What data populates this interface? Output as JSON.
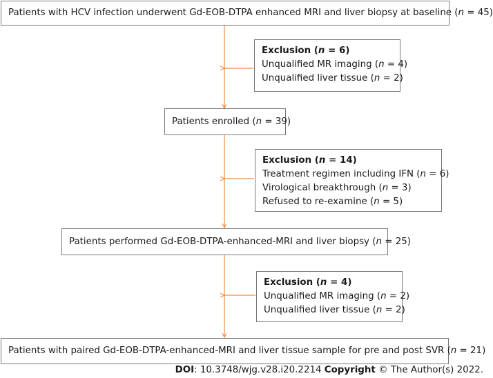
{
  "steps": [
    {
      "pre": "Patients with HCV infection underwent Gd-EOB-DTPA enhanced MRI and liver biopsy at baseline (",
      "n": "n",
      "post": " = 45)"
    },
    {
      "pre": "Patients enrolled (",
      "n": "n",
      "post": " = 39)"
    },
    {
      "pre": "Patients performed Gd-EOB-DTPA-enhanced-MRI and liver biopsy (",
      "n": "n",
      "post": " = 25)"
    },
    {
      "pre": "Patients with paired Gd-EOB-DTPA-enhanced-MRI and liver tissue sample for pre and post SVR (",
      "n": "n",
      "post": " = 21)"
    }
  ],
  "exclusions": [
    {
      "title": {
        "pre": "Exclusion (",
        "n": "n",
        "post": " = 6)"
      },
      "items": [
        {
          "pre": "Unqualified MR imaging (",
          "n": "n",
          "post": " = 4)"
        },
        {
          "pre": "Unqualified liver tissue (",
          "n": "n",
          "post": " = 2)"
        }
      ]
    },
    {
      "title": {
        "pre": "Exclusion (",
        "n": "n",
        "post": " = 14)"
      },
      "items": [
        {
          "pre": "Treatment regimen including IFN (",
          "n": "n",
          "post": " = 6)"
        },
        {
          "pre": "Virological breakthrough (",
          "n": "n",
          "post": " = 3)"
        },
        {
          "pre": "Refused to  re-examine (",
          "n": "n",
          "post": " = 5)"
        }
      ]
    },
    {
      "title": {
        "pre": "Exclusion (",
        "n": "n",
        "post": " = 4)"
      },
      "items": [
        {
          "pre": "Unqualified MR imaging (",
          "n": "n",
          "post": " = 2)"
        },
        {
          "pre": "Unqualified liver tissue (",
          "n": "n",
          "post": " = 2)"
        }
      ]
    }
  ],
  "footer": {
    "doi_label": "DOI",
    "doi_value": ": 10.3748/wjg.v28.i20.2214 ",
    "copyright_label": "Copyright",
    "copyright_value": " © The Author(s) 2022."
  },
  "colors": {
    "arrow": "#f08a3c",
    "border": "#777777"
  }
}
